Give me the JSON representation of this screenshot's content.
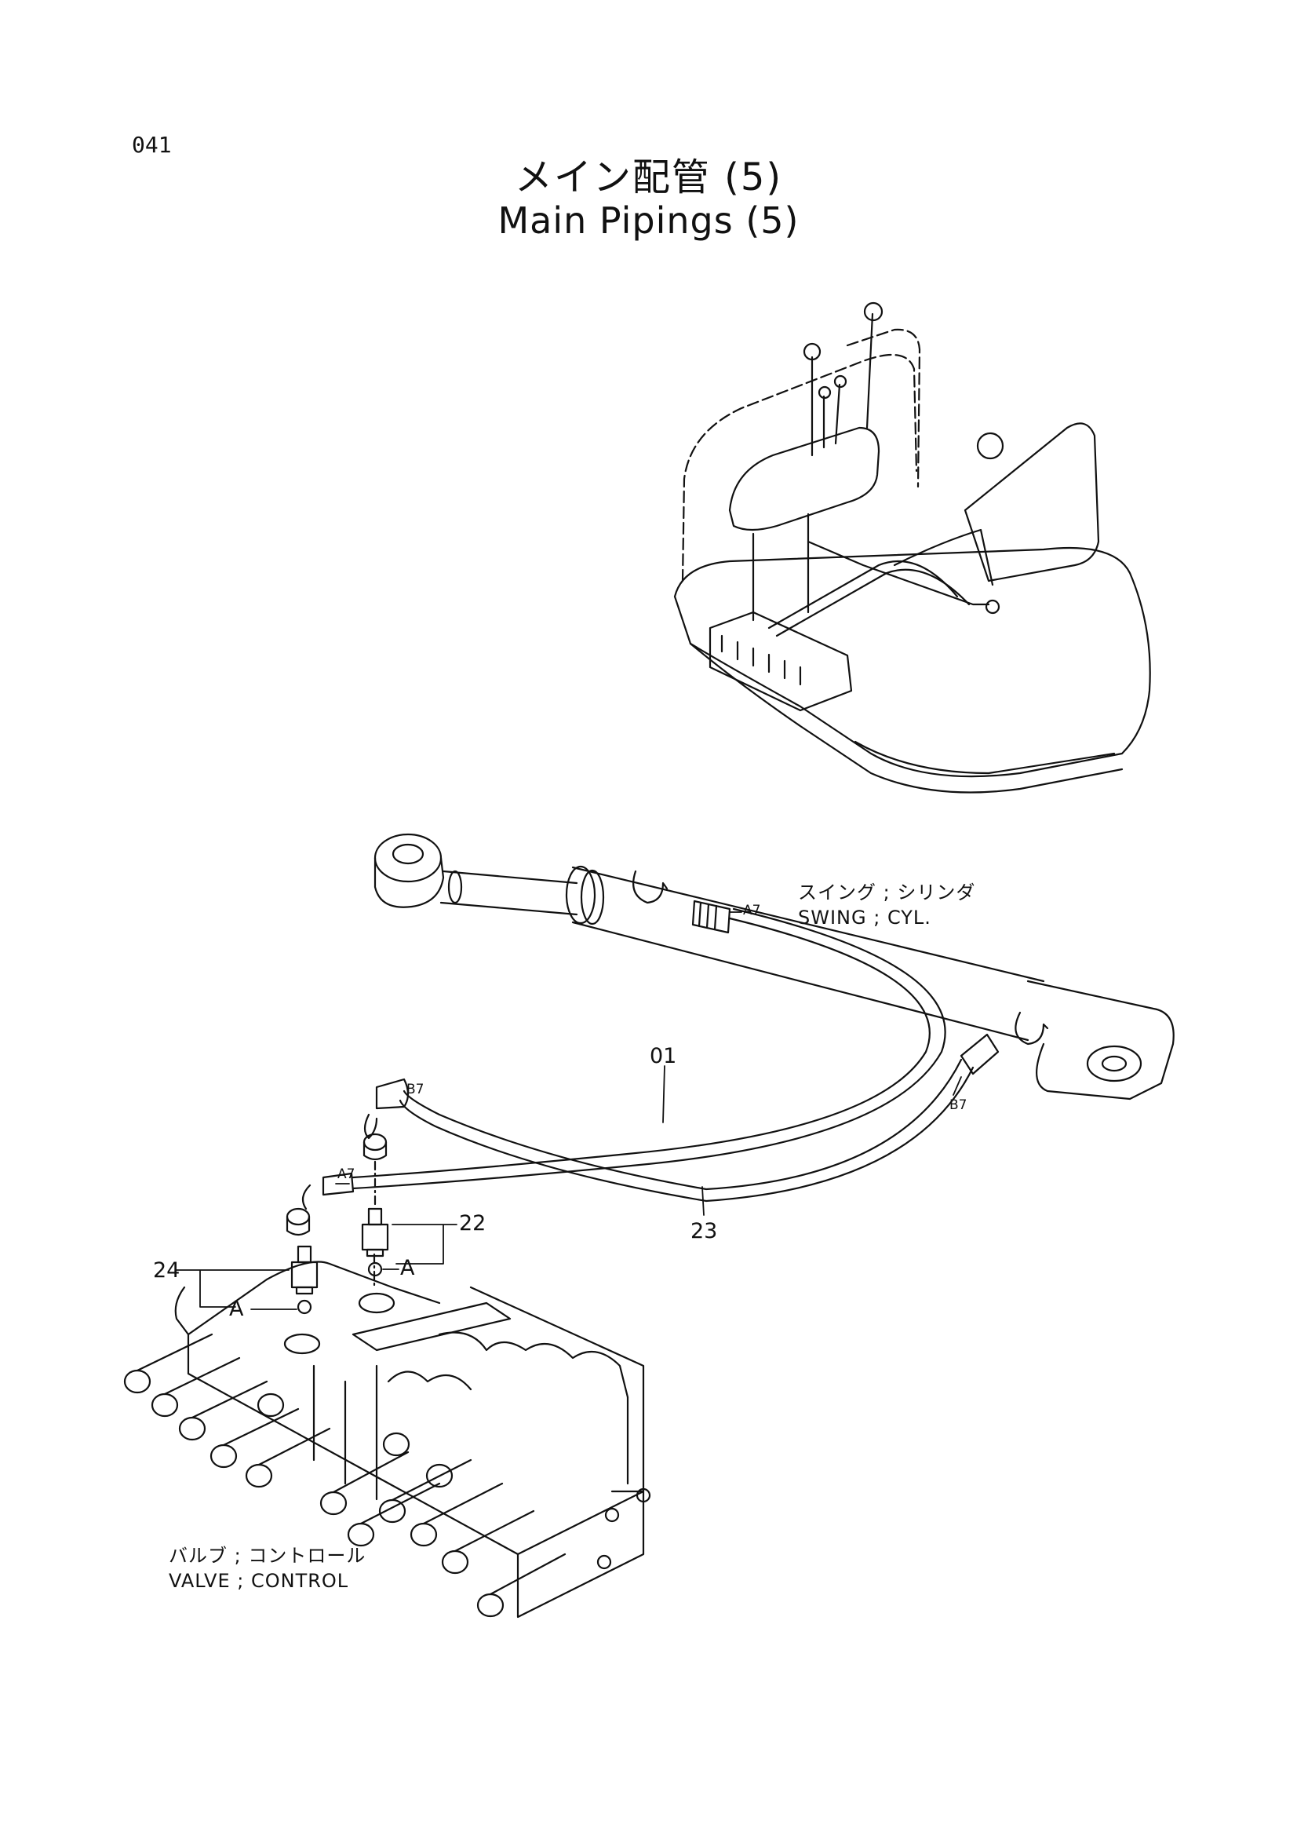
{
  "header": {
    "page_number": "041",
    "title_ja": "メイン配管 (5)",
    "title_en": "Main Pipings (5)"
  },
  "labels": {
    "swing_cyl_ja": "スイング ; シリンダ",
    "swing_cyl_en": "SWING ; CYL.",
    "valve_ja": "バルブ ; コントロール",
    "valve_en": "VALVE ; CONTROL"
  },
  "part_numbers": {
    "hose_01": "01",
    "hose_23": "23",
    "fitting_22": "22",
    "fitting_24": "24"
  },
  "tags": {
    "a7_cyl": "A7",
    "a7_valve": "A7",
    "b7_valve": "B7",
    "b7_cyl": "B7",
    "detail_a_right": "A",
    "detail_a_left": "A"
  },
  "icons": {
    "machine_overview": "excavator-upper-structure-icon",
    "swing_cylinder": "hydraulic-cylinder-icon",
    "control_valve": "control-valve-block-icon"
  }
}
